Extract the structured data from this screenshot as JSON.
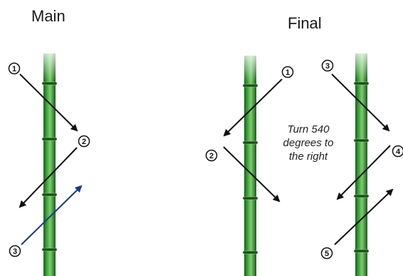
{
  "main_panel": {
    "title": "Main",
    "steps": [
      "1",
      "2",
      "3"
    ]
  },
  "final_panel": {
    "title": "Final",
    "steps": [
      "1",
      "2",
      "3",
      "4",
      "5"
    ],
    "instruction_lines": [
      "Turn 540",
      "degrees to",
      "the right"
    ]
  },
  "colors": {
    "stalk_dark": "#1f6a24",
    "stalk_light": "#6fc45f",
    "arrow": "#111111",
    "arrow_blue": "#1d3a78"
  }
}
